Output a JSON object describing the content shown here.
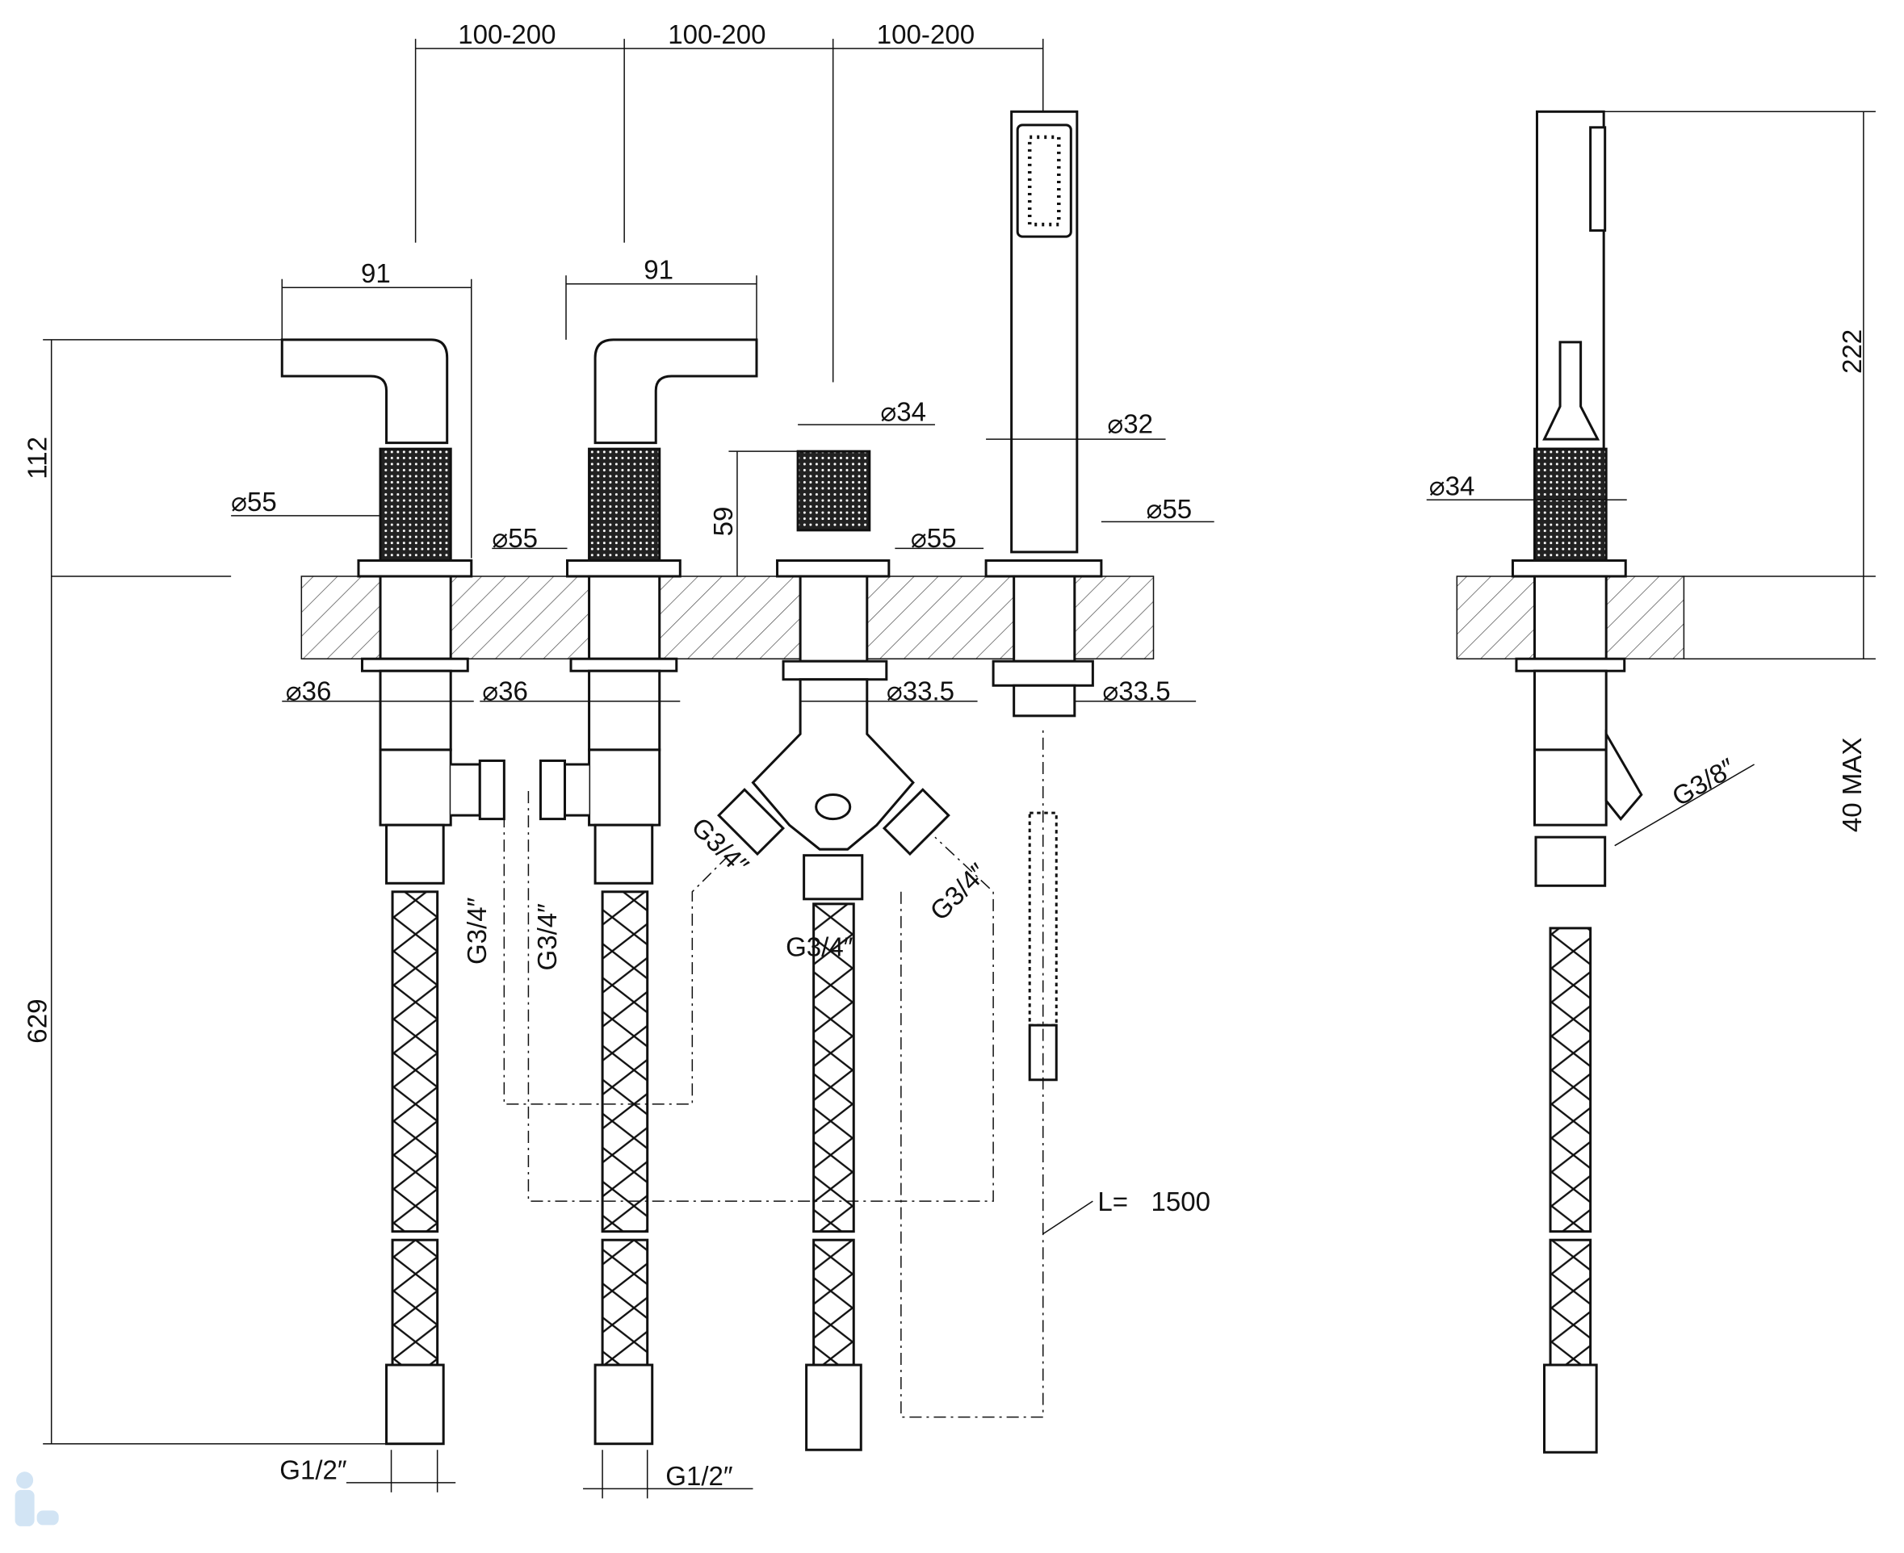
{
  "drawing": {
    "spacing": [
      "100-200",
      "100-200",
      "100-200"
    ],
    "handle_width": [
      "91",
      "91"
    ],
    "height_handle": "112",
    "height_total": "629",
    "height_diverter": "59",
    "height_shower": "222",
    "max_counter": "40 MAX",
    "dia_55": [
      "⌀55",
      "⌀55",
      "⌀55",
      "⌀55"
    ],
    "dia_34": [
      "⌀34",
      "⌀34"
    ],
    "dia_32": "⌀32",
    "dia_36": [
      "⌀36",
      "⌀36"
    ],
    "dia_335": [
      "⌀33.5",
      "⌀33.5"
    ],
    "thread_34": [
      "G3/4″",
      "G3/4″",
      "G3/4″",
      "G3/4″",
      "G3/4″"
    ],
    "thread_12": [
      "G1/2″",
      "G1/2″"
    ],
    "thread_38": "G3/8″",
    "hose_length_label": "L=",
    "hose_length": "1500"
  }
}
